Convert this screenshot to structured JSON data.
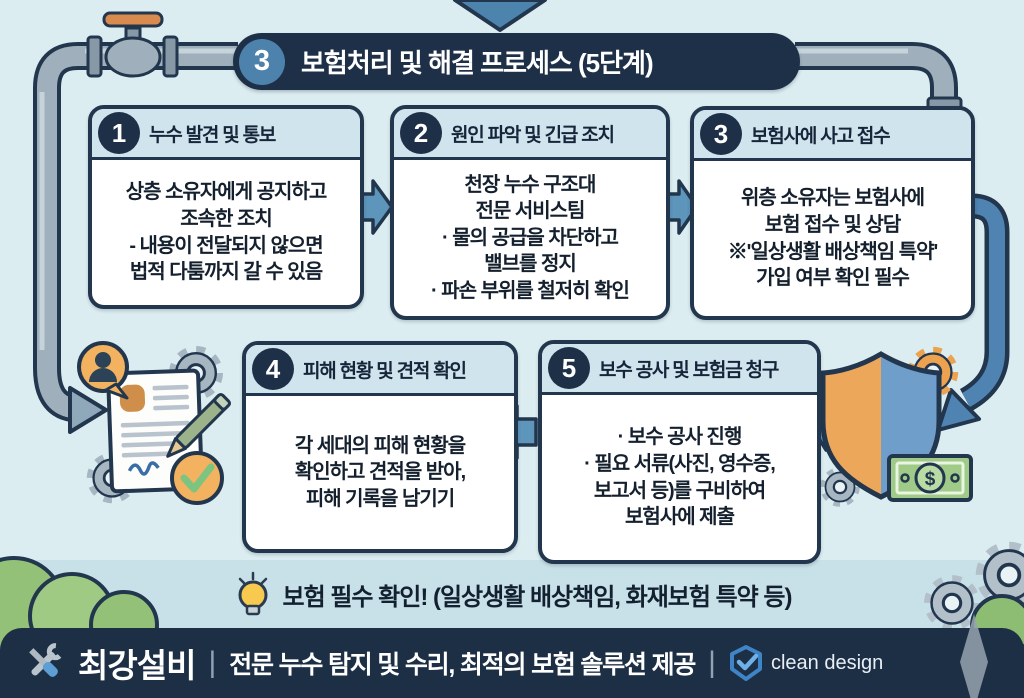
{
  "title": {
    "badge": "3",
    "text": "보험처리 및 해결 프로세스 (5단계)"
  },
  "steps": [
    {
      "num": "1",
      "title": "누수 발견 및 통보",
      "body": [
        "상층 소유자에게 공지하고",
        "조속한 조치",
        "- 내용이 전달되지 않으면",
        "법적 다툼까지 갈 수 있음"
      ]
    },
    {
      "num": "2",
      "title": "원인 파악 및 긴급 조치",
      "body": [
        "천장 누수 구조대",
        "전문 서비스팀",
        "· 물의 공급을 차단하고",
        "밸브를 정지",
        "· 파손 부위를 철저히 확인"
      ]
    },
    {
      "num": "3",
      "title": "보험사에 사고 접수",
      "body": [
        "위층 소유자는 보험사에",
        "보험 접수 및 상담",
        "※'일상생활 배상책임 특약'",
        "가입 여부 확인 필수"
      ]
    },
    {
      "num": "4",
      "title": "피해 현황 및 견적 확인",
      "body": [
        "각 세대의 피해 현황을",
        "확인하고 견적을 받아,",
        "피해 기록을 남기기"
      ]
    },
    {
      "num": "5",
      "title": "보수 공사 및 보험금 청구",
      "body": [
        "· 보수 공사 진행",
        "· 필요 서류(사진, 영수증,",
        "보고서 등)를 구비하여",
        "보험사에 제출"
      ]
    }
  ],
  "tip": {
    "text": "보험 필수 확인! (일상생활 배상책임, 화재보험 특약 등)"
  },
  "money": {
    "symbol": "$"
  },
  "footer": {
    "brand": "최강설비",
    "divider": "|",
    "tagline": "전문 누수 탐지 및 수리, 최적의 보험 솔루션 제공",
    "credit": "clean design"
  },
  "colors": {
    "navy": "#1e3048",
    "pipe_gray": "#9fb0bc",
    "arrow_blue": "#5e95bb",
    "shield_orange": "#eda75a",
    "shield_blue": "#6f9ecb",
    "money_green": "#9fca87",
    "bulb_yellow": "#f7c94f",
    "band_blue": "#c8e1e8",
    "background": "#dcedf1"
  }
}
